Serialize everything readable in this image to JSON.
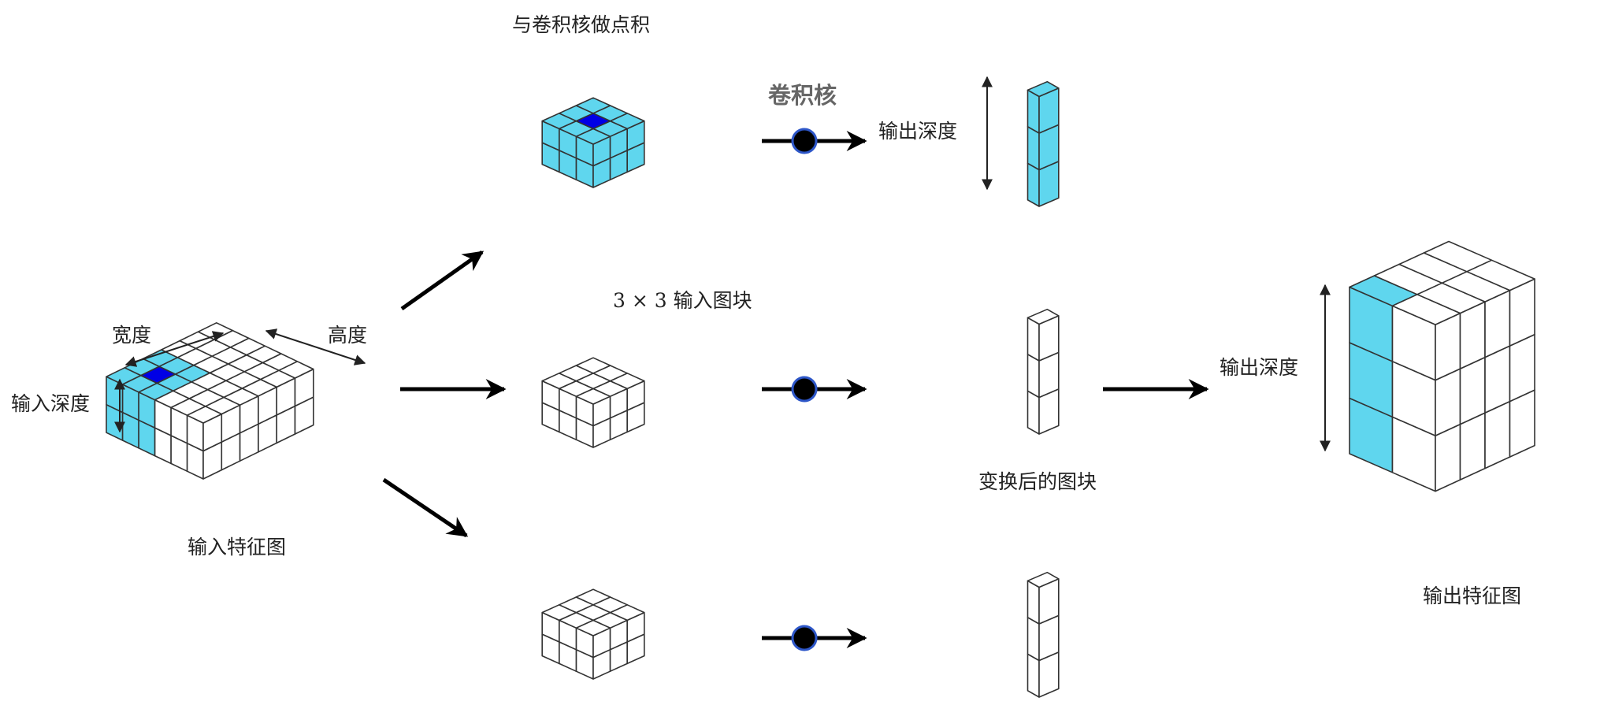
{
  "labels": {
    "dot_product": "与卷积核做点积",
    "kernel": "卷积核",
    "output_depth_top": "输出深度",
    "input_patch": "3 × 3 输入图块",
    "width": "宽度",
    "height": "高度",
    "input_depth": "输入深度",
    "input_feature_map": "输入特征图",
    "transformed_patch": "变换后的图块",
    "output_depth_right": "输出深度",
    "output_feature_map": "输出特征图"
  },
  "colors": {
    "cyan": "#5fd6ee",
    "highlight": "#0000e6",
    "edge": "#333333",
    "arrow": "#000000"
  }
}
